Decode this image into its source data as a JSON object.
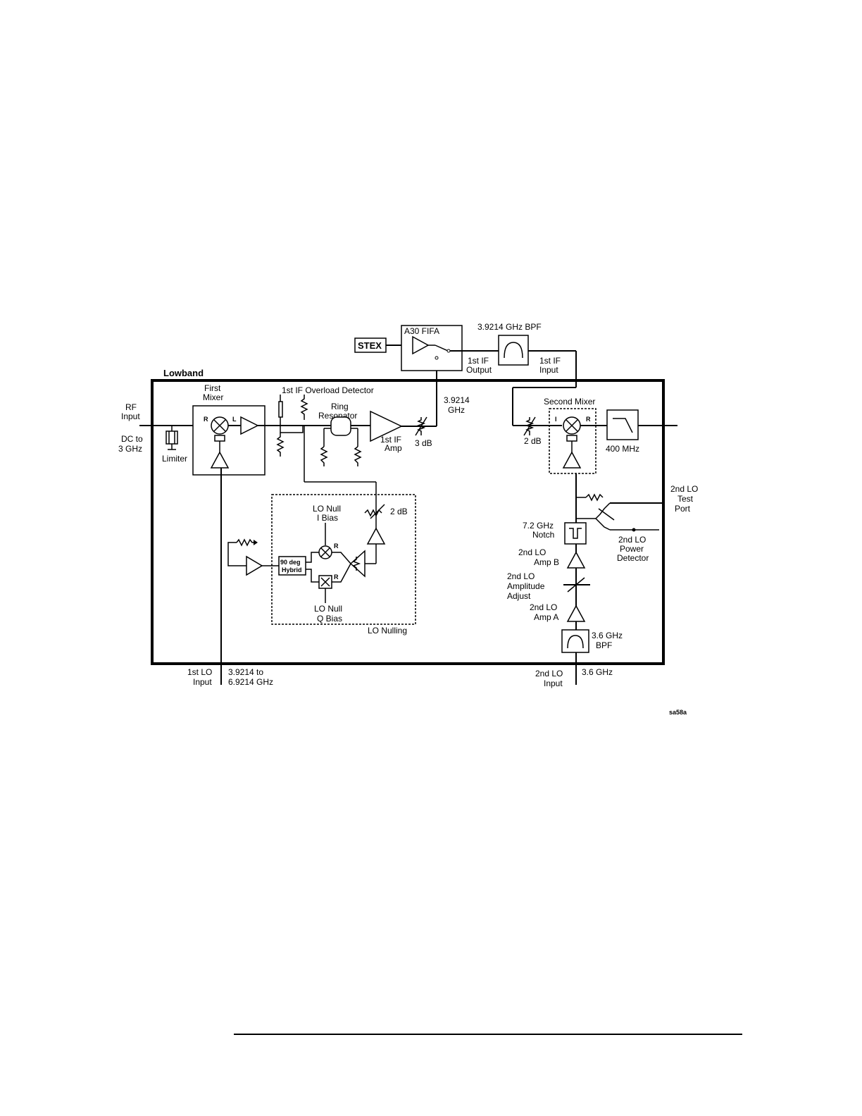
{
  "diagram": {
    "lowband_title": "Lowband",
    "rf_input": [
      "RF",
      "Input"
    ],
    "rf_range": [
      "DC to",
      "3 GHz"
    ],
    "limiter": "Limiter",
    "first_mixer": [
      "First",
      "Mixer"
    ],
    "overload_detector": "1st IF Overload Detector",
    "ring_resonator": [
      "Ring",
      "Resonator"
    ],
    "first_if_amp": [
      "1st IF",
      "Amp"
    ],
    "atten_3db": "3 dB",
    "freq_39214": [
      "3.9214",
      "GHz"
    ],
    "stex": "STEX",
    "a30_fifa": "A30 FIFA",
    "bpf_top": "3.9214 GHz  BPF",
    "if_output": [
      "1st IF",
      "Output"
    ],
    "if_input": [
      "1st IF",
      "Input"
    ],
    "second_mixer": "Second Mixer",
    "atten_2db_mixer": "2 dB",
    "lpf_400": "400 MHz",
    "second_lo_test_port": [
      "2nd LO",
      "Test",
      "Port"
    ],
    "second_lo_power_detector": [
      "2nd LO",
      "Power",
      "Detector"
    ],
    "notch": [
      "7.2 GHz",
      "Notch"
    ],
    "second_lo_amp_b": [
      "2nd LO",
      "Amp B"
    ],
    "second_lo_amplitude_adjust": [
      "2nd LO",
      "Amplitude",
      "Adjust"
    ],
    "second_lo_amp_a": [
      "2nd LO",
      "Amp A"
    ],
    "bpf_36": [
      "3.6 GHz",
      "BPF"
    ],
    "second_lo_input": [
      "2nd LO",
      "Input"
    ],
    "freq_36": "3.6 GHz",
    "first_lo_input": [
      "1st LO",
      "Input"
    ],
    "first_lo_range": [
      "3.9214 to",
      "6.9214 GHz"
    ],
    "lo_null_i_bias": [
      "LO Null",
      "I Bias"
    ],
    "lo_null_q_bias": [
      "LO Null",
      "Q Bias"
    ],
    "atten_2db_nulling": "2 dB",
    "hybrid": [
      "90 deg",
      "Hybrid"
    ],
    "lo_nulling": "LO Nulling",
    "port_l": "L",
    "port_r": "R",
    "port_i": "I",
    "figure_id": "sa58a"
  }
}
